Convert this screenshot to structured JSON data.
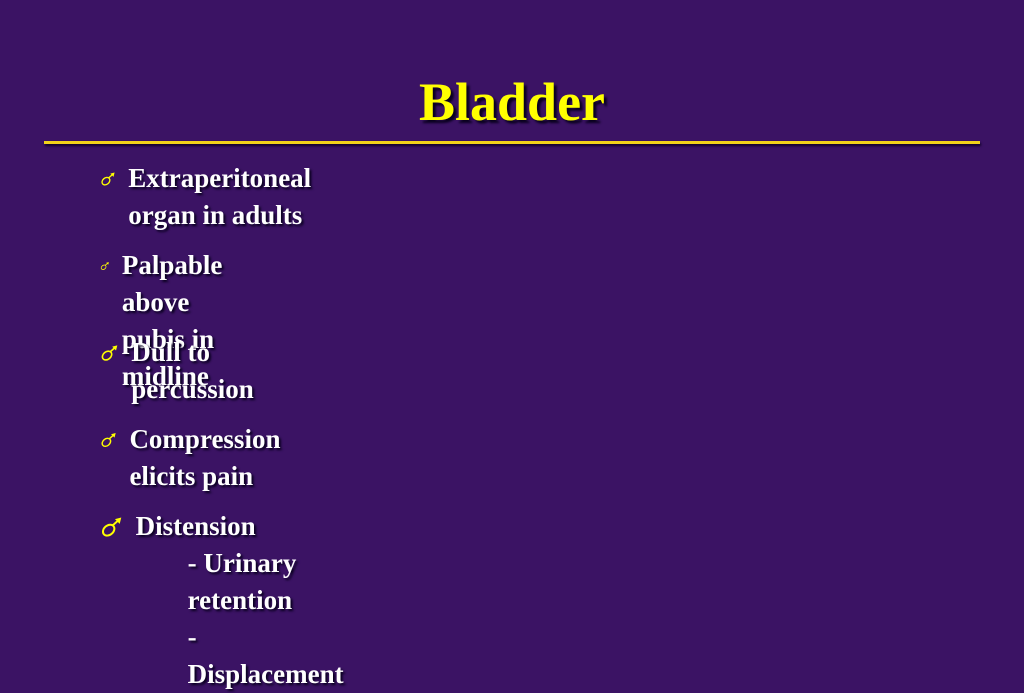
{
  "slide": {
    "title": "Bladder",
    "colors": {
      "background": "#3b1364",
      "title": "#ffff00",
      "rule": "#f2d21a",
      "text": "#ffffff",
      "bullet": "#ffff00"
    },
    "bullet_icon": "male-symbol-icon",
    "items": [
      {
        "text": "Extraperitoneal organ in adults",
        "subitems": []
      },
      {
        "text": "Palpable above pubis in midline",
        "subitems": []
      },
      {
        "text": "Dull to percussion",
        "subitems": []
      },
      {
        "text": "Compression elicits pain",
        "subitems": []
      },
      {
        "text": "Distension",
        "subitems": [
          "- Urinary retention",
          "- Displacement"
        ]
      }
    ]
  }
}
